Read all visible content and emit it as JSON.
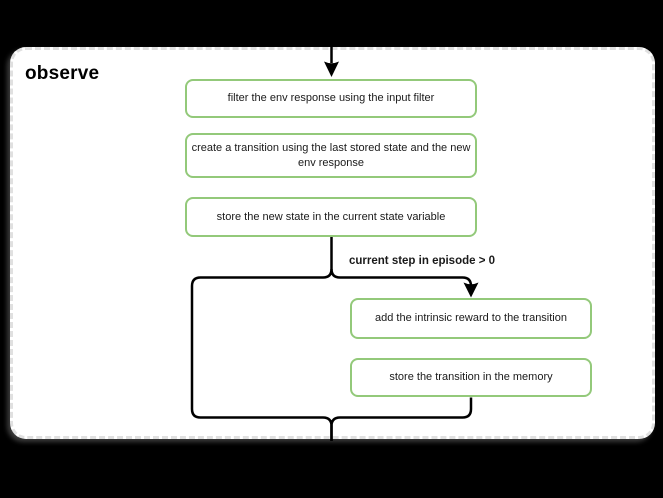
{
  "diagram": {
    "title": "observe",
    "steps": [
      "filter the env response using the input filter",
      "create a transition using the last stored state and the new env response",
      "store the new state in the current state variable",
      "add the intrinsic reward to the transition",
      "store the transition in the memory"
    ],
    "condition_label": "current step in episode > 0"
  },
  "colors": {
    "background": "#000000",
    "panel_fill": "#ffffff",
    "panel_border": "#e0e0e0",
    "step_border": "#93c97a",
    "connector": "#000000",
    "text": "#1a1a1a"
  }
}
